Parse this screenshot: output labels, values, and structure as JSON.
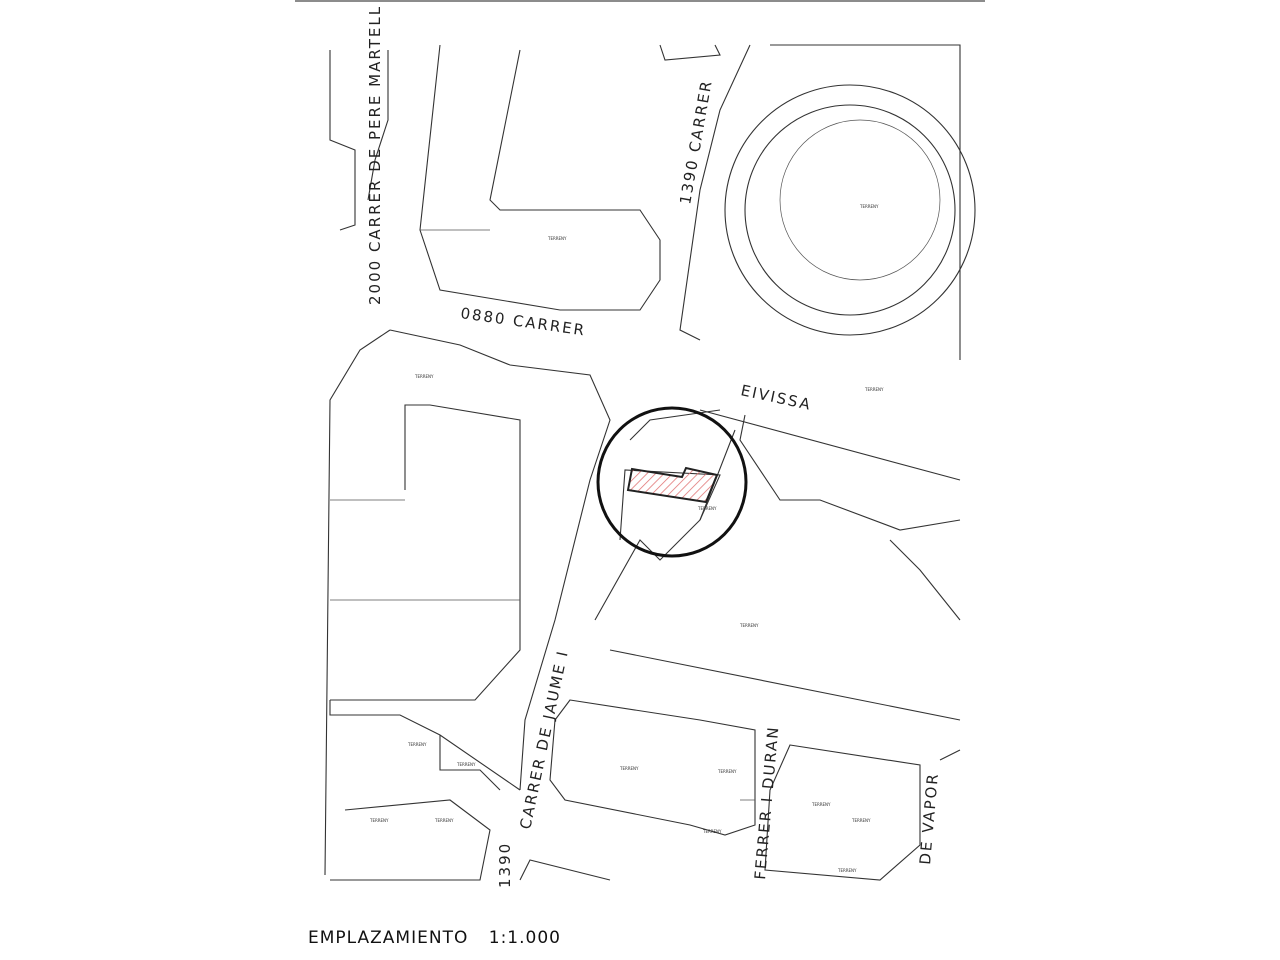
{
  "map": {
    "streets": {
      "pere_martell": "2000 CARRER DE PERE MARTELL",
      "carrer_0880": "0880  CARRER",
      "carrer_1390_top": "1390  CARRER",
      "eivissa": "EIVISSA",
      "jaume": "CARRER  DE  JAUME  I",
      "code_1390_bottom": "1390",
      "ferrer_duran": "FERRER I DURAN",
      "de_vapor": "DE  VAPOR"
    },
    "parcel_label": "TERRENY",
    "highlight_color": "#e07070",
    "circle_color": "#111111"
  },
  "caption": {
    "title": "EMPLAZAMIENTO",
    "scale": "1:1.000"
  }
}
